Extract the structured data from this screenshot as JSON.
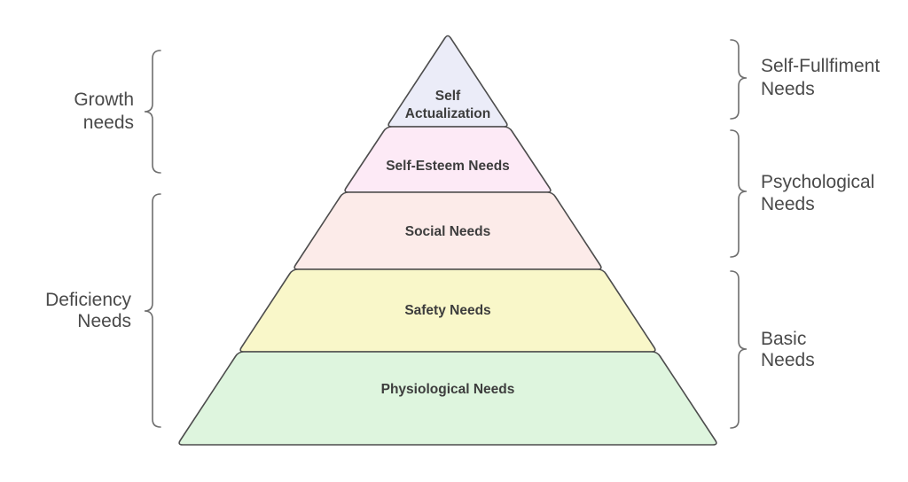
{
  "colors": {
    "background": "#ffffff",
    "outline": "#4d4d4d",
    "tier_text": "#3d3d3d",
    "side_text": "#4a4a4a",
    "brace": "#6e6e6e"
  },
  "pyramid": {
    "levels": [
      {
        "label": "Self Actualization",
        "lines": [
          "Self",
          "Actualization"
        ],
        "color": "#ebecf8"
      },
      {
        "label": "Self-Esteem Needs",
        "color": "#fdeaf6"
      },
      {
        "label": "Social Needs",
        "color": "#fcebe9"
      },
      {
        "label": "Safety Needs",
        "color": "#f9f7c9"
      },
      {
        "label": "Physiological Needs",
        "color": "#def5de"
      }
    ]
  },
  "left_annotations": [
    {
      "lines": [
        "Growth",
        "needs"
      ]
    },
    {
      "lines": [
        "Deficiency",
        "Needs"
      ]
    }
  ],
  "right_annotations": [
    {
      "lines": [
        "Self-Fullfiment",
        "Needs"
      ]
    },
    {
      "lines": [
        "Psychological",
        "Needs"
      ]
    },
    {
      "lines": [
        "Basic",
        "Needs"
      ]
    }
  ]
}
